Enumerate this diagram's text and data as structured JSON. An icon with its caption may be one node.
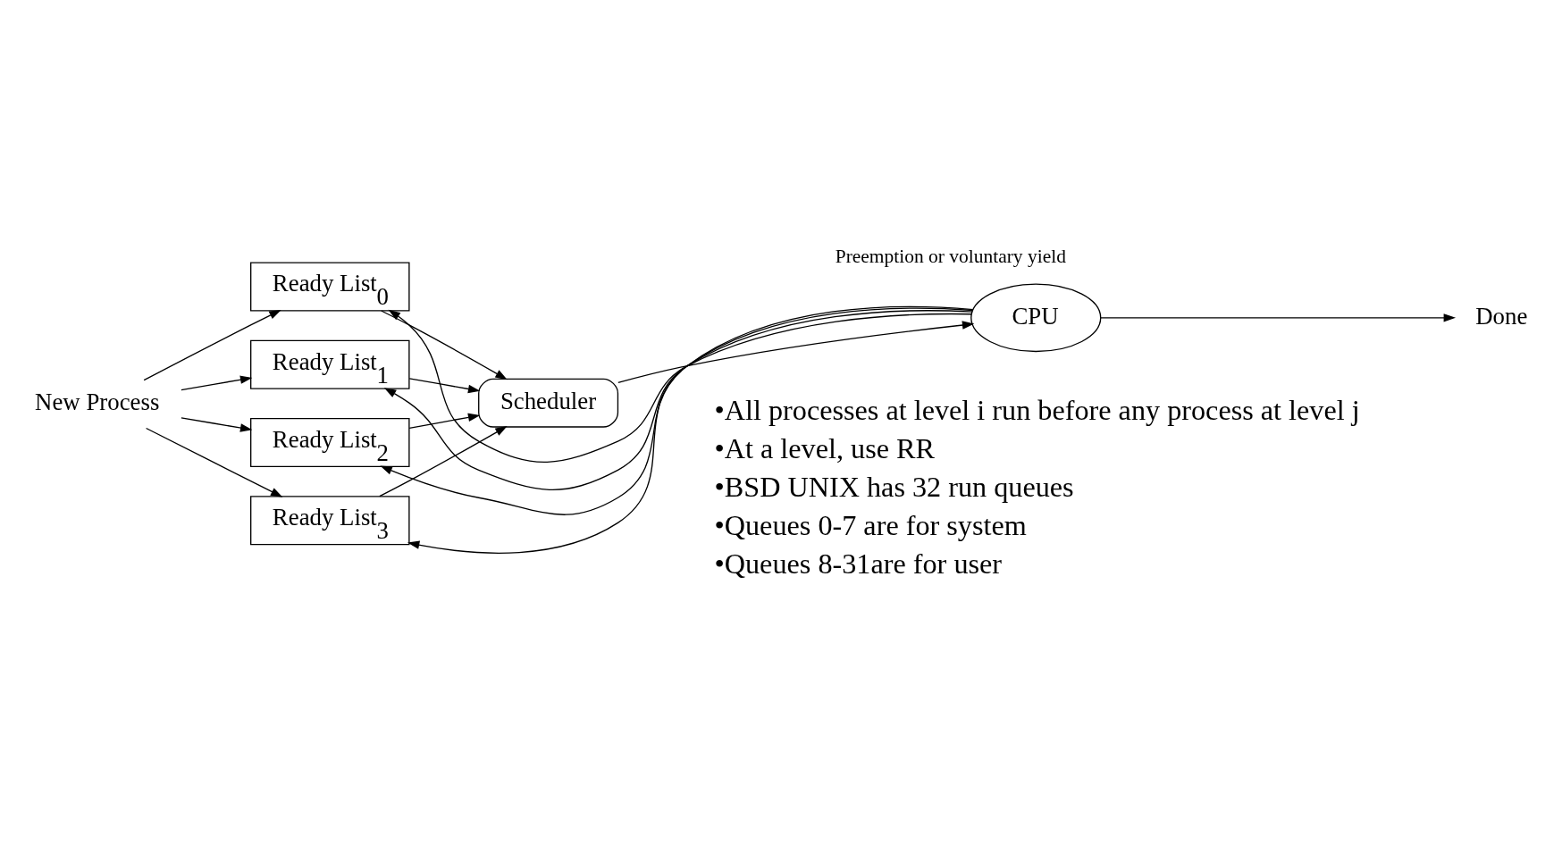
{
  "diagram": {
    "nodes": [
      {
        "text": [
          "New Process"
        ]
      },
      {
        "text": [
          "Ready List$_{0}$"
        ]
      },
      {
        "text": [
          "Ready List$_{1}$"
        ]
      },
      {
        "text": [
          "Ready List$_{2}$"
        ]
      },
      {
        "text": [
          "Ready List$_{3}$"
        ]
      },
      {
        "text": [
          "Scheduler"
        ]
      },
      {
        "text": [
          "CPU"
        ]
      },
      {
        "text": [
          "Done"
        ]
      }
    ],
    "edges": [
      {
        "from": 0,
        "to": 1,
        "arrow": "to"
      },
      {
        "from": 0,
        "to": 2,
        "arrow": "to"
      },
      {
        "from": 0,
        "to": 3,
        "arrow": "to"
      },
      {
        "from": 0,
        "to": 4,
        "arrow": "to"
      },
      {
        "from": 1,
        "to": 5,
        "arrow": "to"
      },
      {
        "from": 2,
        "to": 5,
        "arrow": "to"
      },
      {
        "from": 3,
        "to": 5,
        "arrow": "to"
      },
      {
        "from": 4,
        "to": 5,
        "arrow": "to"
      },
      {
        "from": 5,
        "to": 6,
        "arrow": "to"
      },
      {
        "from": 6,
        "to": 7,
        "arrow": "to"
      },
      {
        "from": 6,
        "to": 1,
        "arrow": "to",
        "label": "Preemption or voluntary yield"
      },
      {
        "from": 6,
        "to": 2,
        "arrow": "to"
      },
      {
        "from": 6,
        "to": 3,
        "arrow": "to"
      },
      {
        "from": 6,
        "to": 4,
        "arrow": "to"
      }
    ],
    "labels": [
      "•All processes at level i run before any process at level j",
      "•At a level, use RR",
      "•BSD UNIX has 32 run queues",
      "•Queues 0-7 are for system",
      "•Queues 8-31are for user"
    ]
  }
}
